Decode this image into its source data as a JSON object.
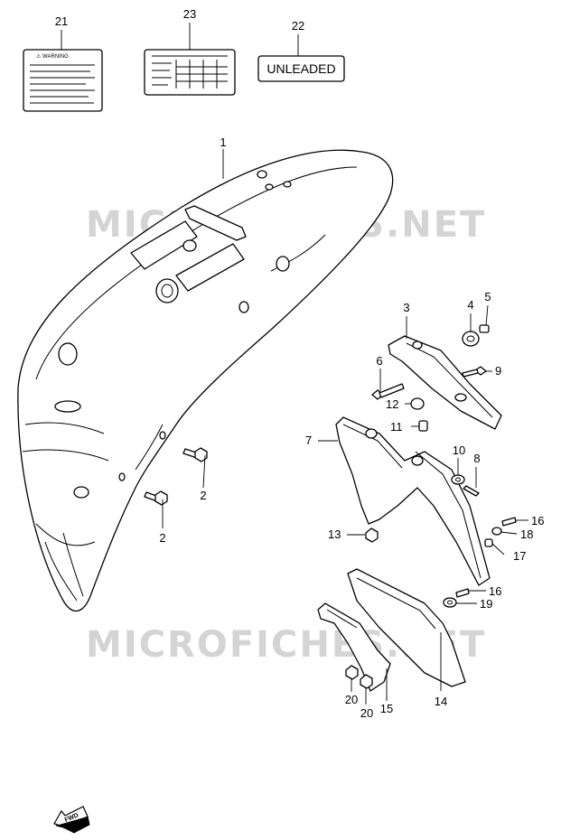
{
  "watermark": "MICROFICHES.NET",
  "unleaded_label": "UNLEADED",
  "warning_label": "⚠ WARNING",
  "fwd_label": "FWD",
  "callouts": {
    "c1": "1",
    "c2a": "2",
    "c2b": "2",
    "c3": "3",
    "c4": "4",
    "c5": "5",
    "c6": "6",
    "c7": "7",
    "c8": "8",
    "c9": "9",
    "c10": "10",
    "c11": "11",
    "c12": "12",
    "c13": "13",
    "c14": "14",
    "c15": "15",
    "c16a": "16",
    "c16b": "16",
    "c17": "17",
    "c18": "18",
    "c19": "19",
    "c20a": "20",
    "c20b": "20",
    "c21": "21",
    "c22": "22",
    "c23": "23"
  }
}
